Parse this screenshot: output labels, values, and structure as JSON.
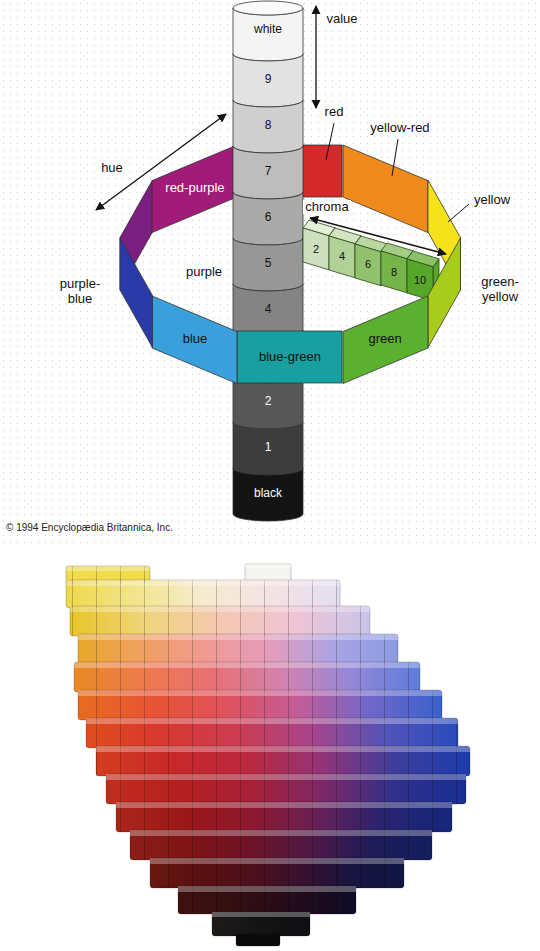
{
  "diagram": {
    "nodes": [
      {
        "text": [
          "white"
        ]
      },
      {
        "text": [
          "9"
        ]
      },
      {
        "text": [
          "8"
        ]
      },
      {
        "text": [
          "7"
        ]
      },
      {
        "text": [
          "6"
        ]
      },
      {
        "text": [
          "5"
        ]
      },
      {
        "text": [
          "4"
        ]
      },
      {
        "text": [
          "2"
        ]
      },
      {
        "text": [
          "1"
        ]
      },
      {
        "text": [
          "black"
        ]
      },
      {
        "text": [
          "red"
        ]
      },
      {
        "text": [
          "yellow-red"
        ]
      },
      {
        "text": [
          "yellow"
        ]
      },
      {
        "text": [
          "green-yellow"
        ]
      },
      {
        "text": [
          "green"
        ]
      },
      {
        "text": [
          "blue-green"
        ]
      },
      {
        "text": [
          "blue"
        ]
      },
      {
        "text": [
          "purple-blue"
        ]
      },
      {
        "text": [
          "purple"
        ]
      },
      {
        "text": [
          "red-purple"
        ]
      },
      {
        "text": [
          "2"
        ]
      },
      {
        "text": [
          "4"
        ]
      },
      {
        "text": [
          "6"
        ]
      },
      {
        "text": [
          "8"
        ]
      },
      {
        "text": [
          "10"
        ]
      }
    ],
    "labels": [
      "value",
      "hue",
      "chroma",
      "© 1994 Encyclopædia Britannica, Inc."
    ]
  }
}
